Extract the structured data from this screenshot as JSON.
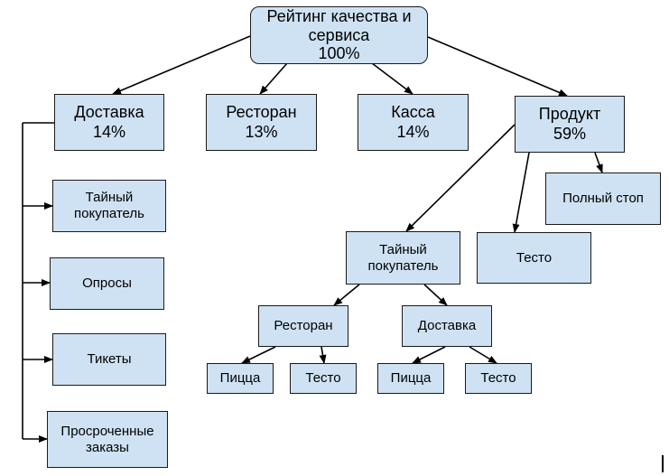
{
  "root": {
    "title": "Рейтинг качества и\nсервиса",
    "value": "100%"
  },
  "level1": [
    {
      "name": "Доставка",
      "value": "14%"
    },
    {
      "name": "Ресторан",
      "value": "13%"
    },
    {
      "name": "Касса",
      "value": "14%"
    },
    {
      "name": "Продукт",
      "value": "59%"
    }
  ],
  "delivery_children": [
    "Тайный\nпокупатель",
    "Опросы",
    "Тикеты",
    "Просроченные\nзаказы"
  ],
  "product_children": {
    "secret_shopper": "Тайный\nпокупатель",
    "dough": "Тесто",
    "full_stop": "Полный стоп"
  },
  "secret_shopper_children": [
    {
      "name": "Ресторан",
      "children": [
        "Пицца",
        "Тесто"
      ]
    },
    {
      "name": "Доставка",
      "children": [
        "Пицца",
        "Тесто"
      ]
    }
  ]
}
